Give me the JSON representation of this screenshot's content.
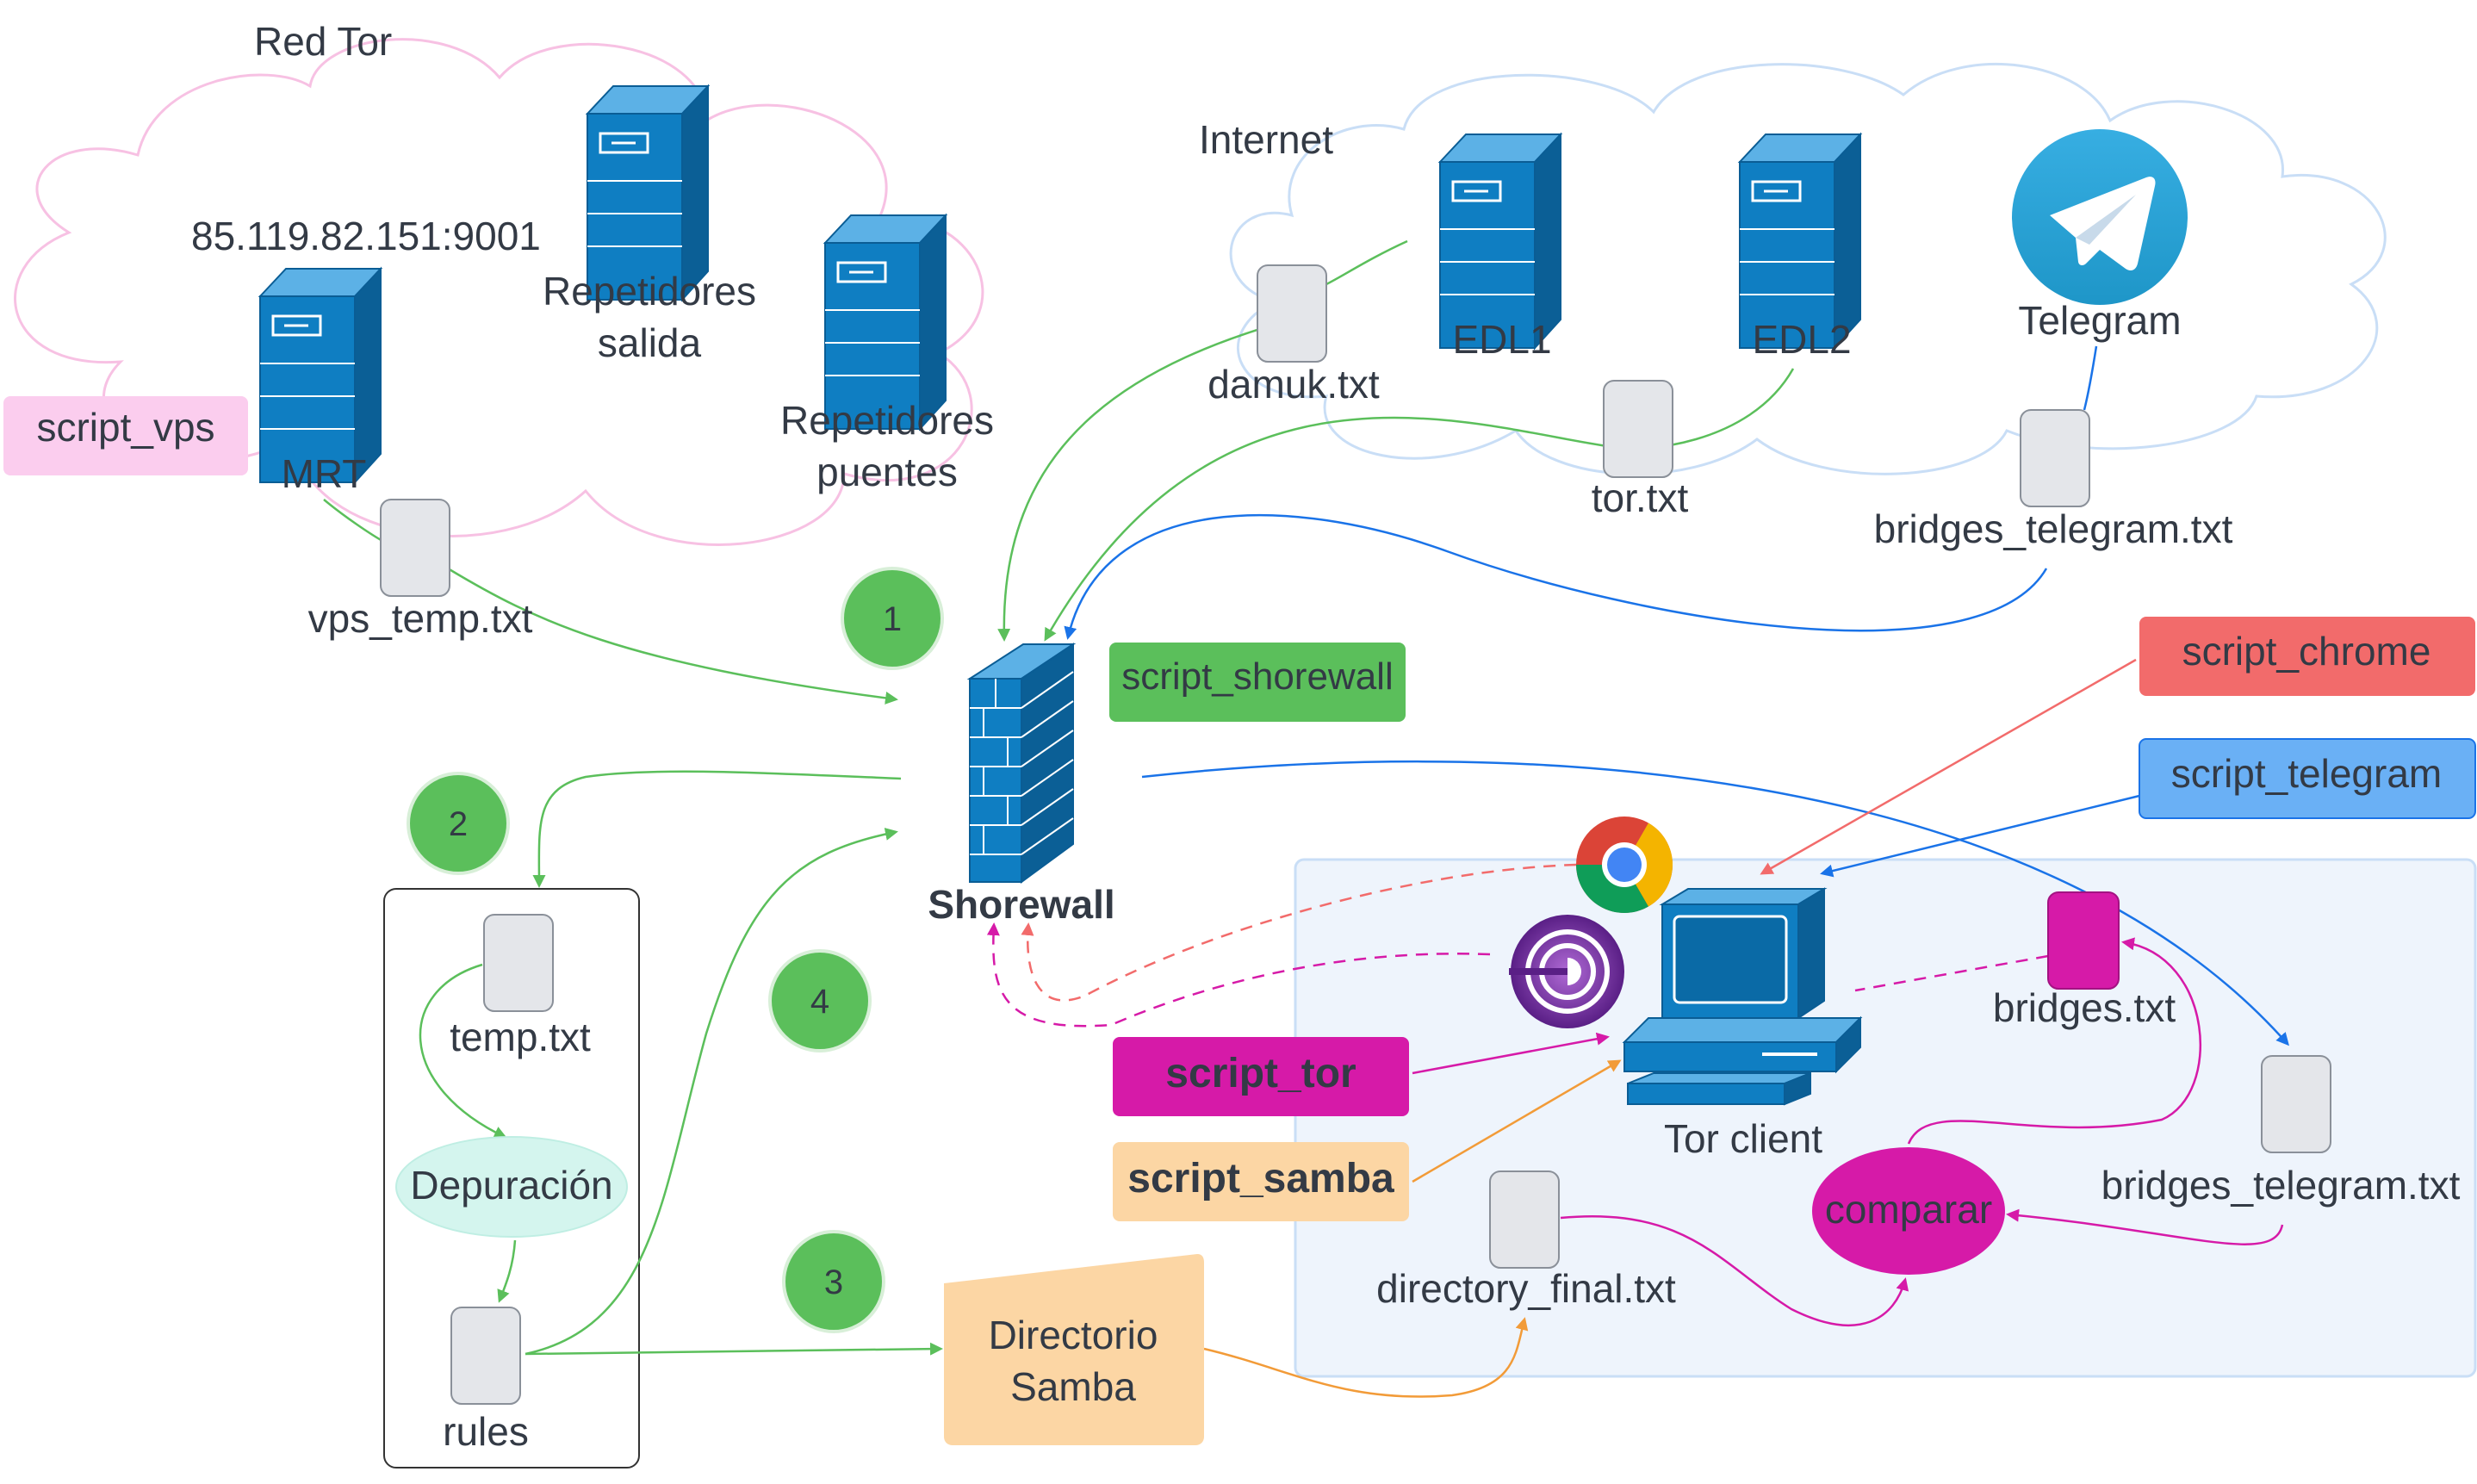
{
  "clouds": {
    "red_tor": "Red Tor",
    "internet": "Internet"
  },
  "nodes": {
    "mrt_address": "85.119.82.151:9001",
    "mrt": "MRT",
    "exit_relays": [
      "Repetidores",
      "salida"
    ],
    "bridge_relays": [
      "Repetidores",
      "puentes"
    ],
    "edl1": "EDL1",
    "edl2": "EDL2",
    "telegram": "Telegram",
    "shorewall": "Shorewall",
    "tor_client": "Tor client",
    "depuracion": "Depuración",
    "directorio_samba": [
      "Directorio",
      "Samba"
    ],
    "comparar": "comparar"
  },
  "files": {
    "vps_temp": "vps_temp.txt",
    "damuk": "damuk.txt",
    "tor": "tor.txt",
    "bridges_telegram_internet": "bridges_telegram.txt",
    "temp": "temp.txt",
    "rules": "rules",
    "bridges": "bridges.txt",
    "bridges_telegram_local": "bridges_telegram.txt",
    "directory_final": "directory_final.txt"
  },
  "scripts": {
    "vps": "script_vps",
    "shorewall": "script_shorewall",
    "chrome": "script_chrome",
    "telegram": "script_telegram",
    "tor": "script_tor",
    "samba": "script_samba"
  },
  "steps": [
    "1",
    "2",
    "3",
    "4"
  ],
  "colors": {
    "green": "#5bbf5b",
    "blue": "#1a73e8",
    "red": "#f26b6b",
    "magenta": "#d61aa8",
    "orange": "#f29b38",
    "server_blue": "#0f7ec2",
    "pink_cloud": "#f7c1e3",
    "blue_cloud": "#c9def6"
  },
  "icons": [
    "server-icon",
    "telegram-icon",
    "firewall-icon",
    "chrome-icon",
    "tor-browser-icon",
    "computer-icon",
    "document-icon"
  ]
}
